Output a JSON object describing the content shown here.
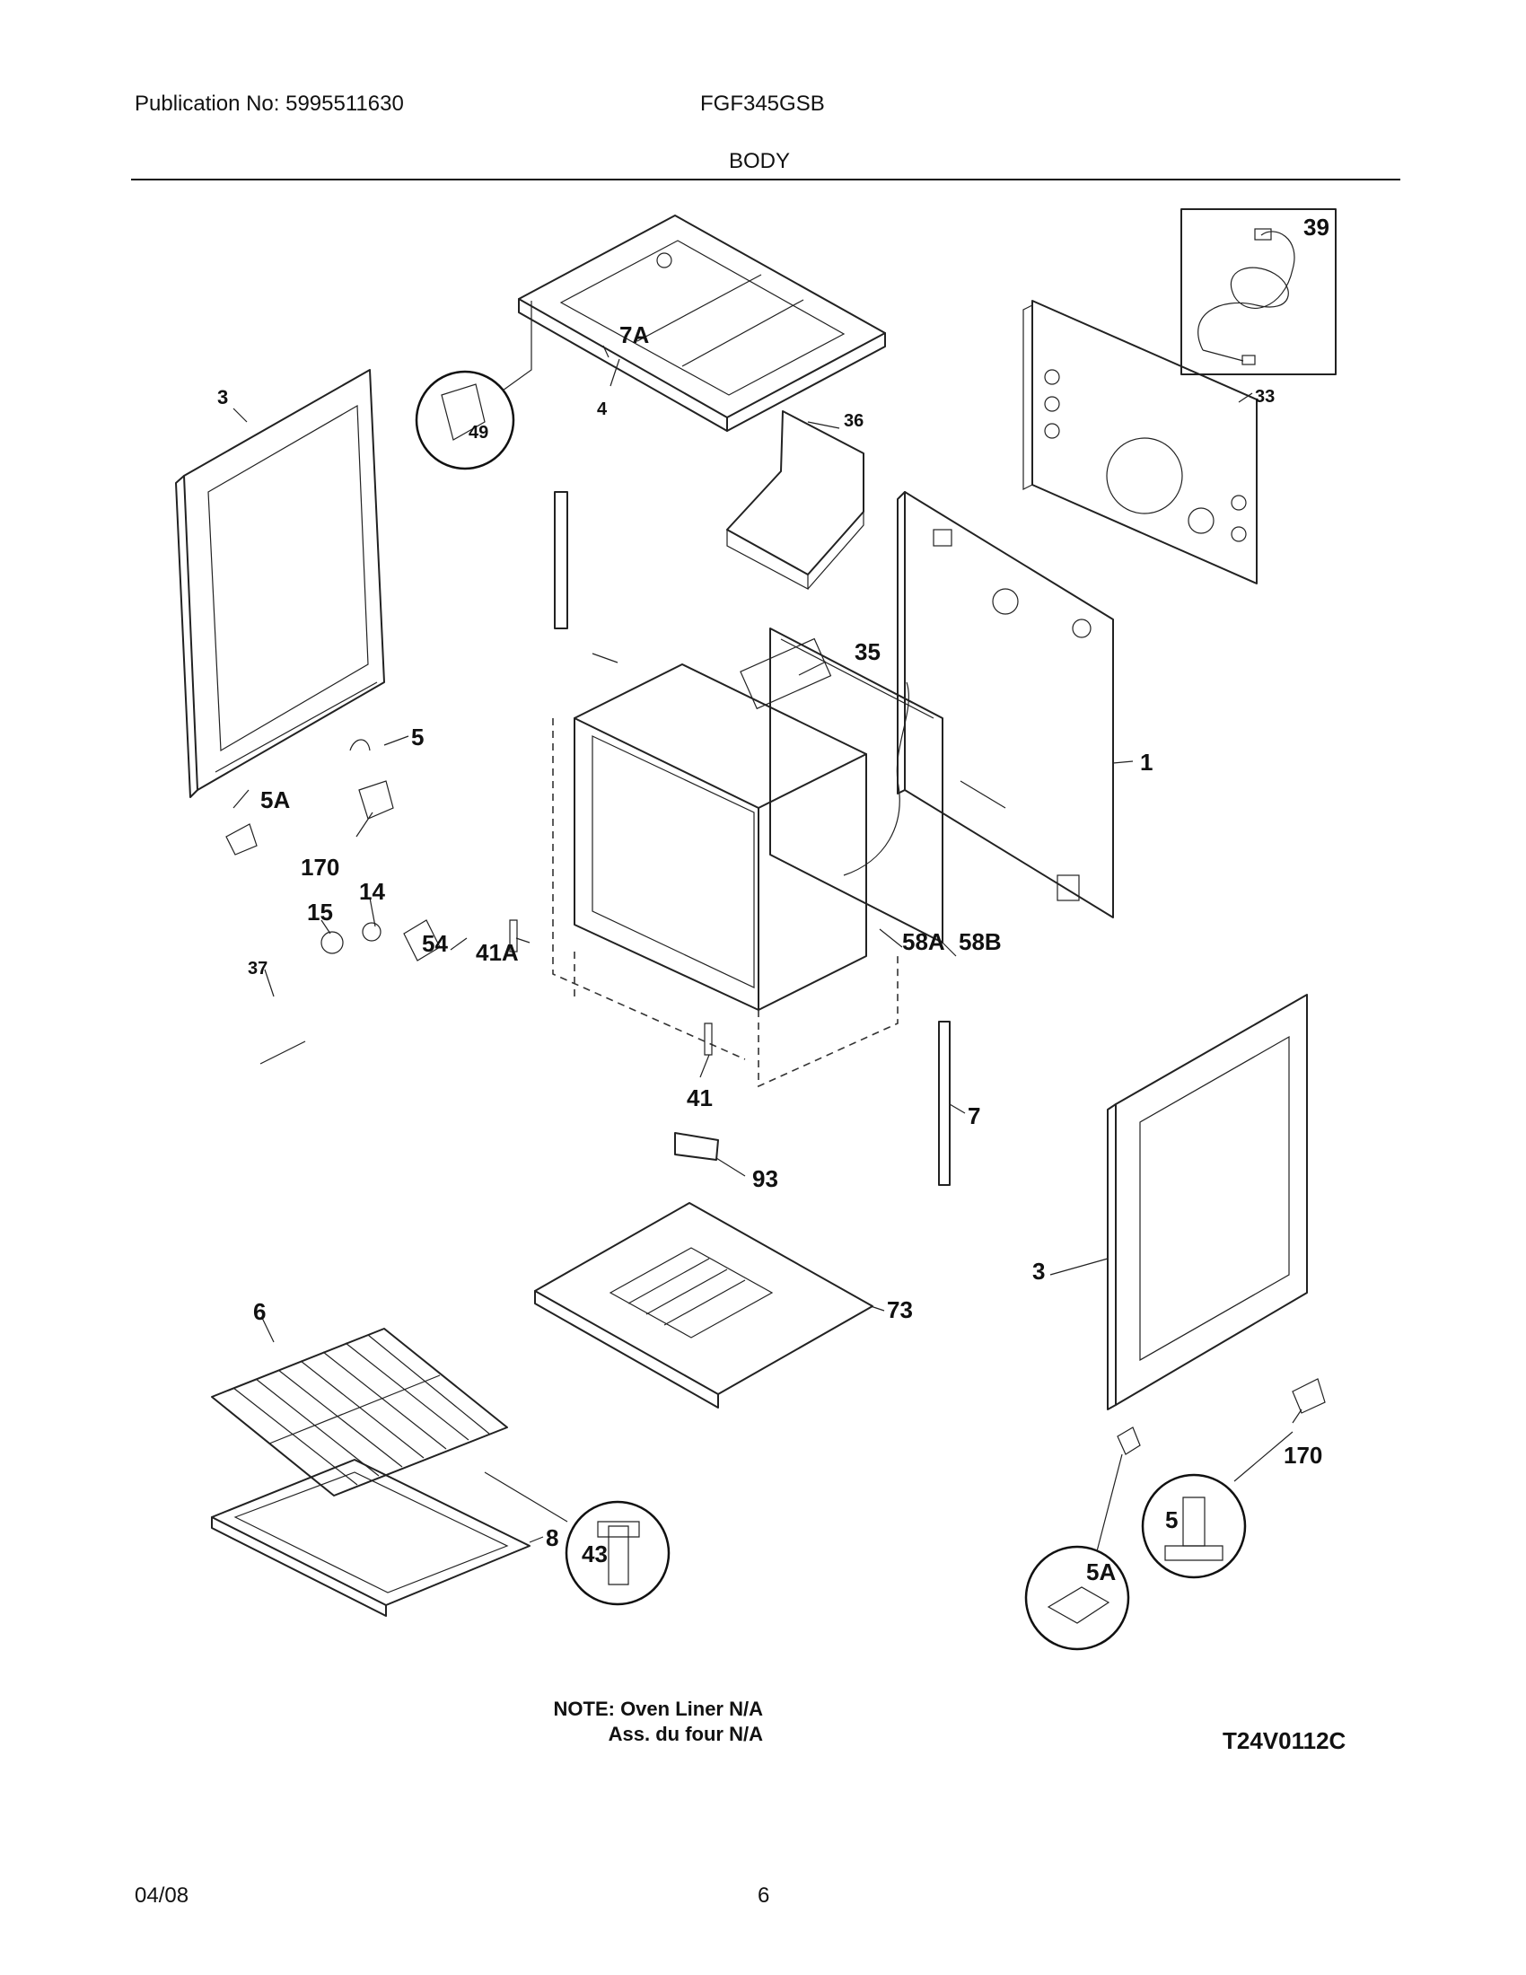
{
  "header": {
    "publication": "Publication No: 5995511630",
    "model": "FGF345GSB",
    "section": "BODY"
  },
  "notes": {
    "line1": "NOTE: Oven Liner N/A",
    "line2": "Ass. du four N/A",
    "diagram_code": "T24V0112C"
  },
  "footer": {
    "date": "04/08",
    "page": "6"
  },
  "callouts": [
    {
      "id": "c-39",
      "label": "39"
    },
    {
      "id": "c-3-left",
      "label": "3"
    },
    {
      "id": "c-4",
      "label": "4"
    },
    {
      "id": "c-49",
      "label": "49"
    },
    {
      "id": "c-36",
      "label": "36"
    },
    {
      "id": "c-33",
      "label": "33"
    },
    {
      "id": "c-7A",
      "label": "7A"
    },
    {
      "id": "c-35",
      "label": "35"
    },
    {
      "id": "c-1",
      "label": "1"
    },
    {
      "id": "c-5-left",
      "label": "5"
    },
    {
      "id": "c-5A-left",
      "label": "5A"
    },
    {
      "id": "c-170-left",
      "label": "170"
    },
    {
      "id": "c-14",
      "label": "14"
    },
    {
      "id": "c-15",
      "label": "15"
    },
    {
      "id": "c-54",
      "label": "54"
    },
    {
      "id": "c-41A",
      "label": "41A"
    },
    {
      "id": "c-58A",
      "label": "58A"
    },
    {
      "id": "c-58B",
      "label": "58B"
    },
    {
      "id": "c-37",
      "label": "37"
    },
    {
      "id": "c-41",
      "label": "41"
    },
    {
      "id": "c-7",
      "label": "7"
    },
    {
      "id": "c-93",
      "label": "93"
    },
    {
      "id": "c-3-right",
      "label": "3"
    },
    {
      "id": "c-73",
      "label": "73"
    },
    {
      "id": "c-6",
      "label": "6"
    },
    {
      "id": "c-8",
      "label": "8"
    },
    {
      "id": "c-43",
      "label": "43"
    },
    {
      "id": "c-170-right",
      "label": "170"
    },
    {
      "id": "c-5-right",
      "label": "5"
    },
    {
      "id": "c-5A-right",
      "label": "5A"
    }
  ]
}
